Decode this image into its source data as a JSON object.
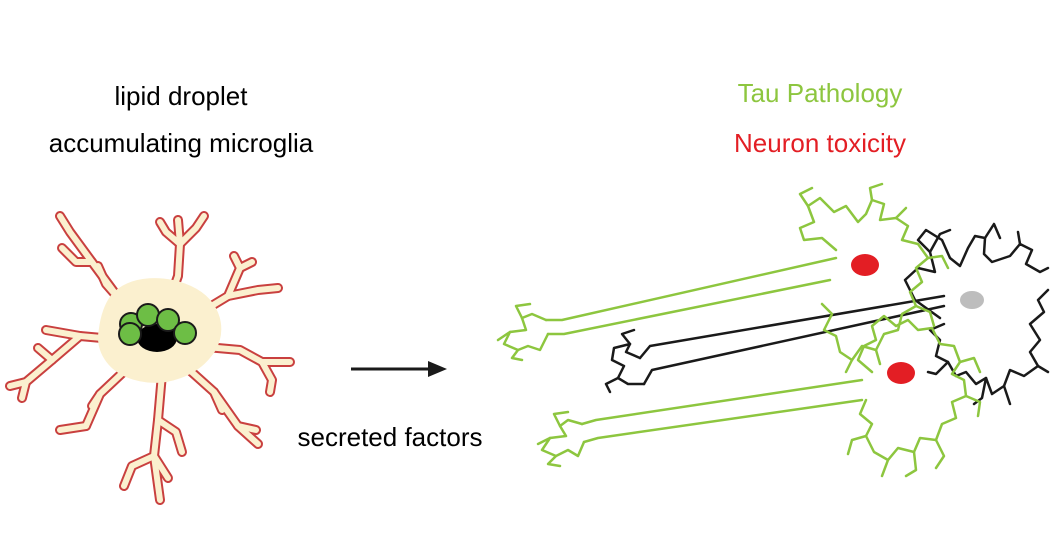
{
  "labels": {
    "microglia_line1": "lipid droplet",
    "microglia_line2": "accumulating microglia",
    "arrow_label": "secreted factors",
    "tau_pathology": "Tau Pathology",
    "neuron_toxicity": "Neuron toxicity"
  },
  "colors": {
    "microglia_fill": "#FBF0CF",
    "microglia_outline": "#C9403F",
    "lipid_droplet_fill": "#6DBE45",
    "lipid_core": "#000000",
    "tau_neuron": "#8DC63F",
    "toxicity_nucleus": "#E31E24",
    "healthy_neuron": "#1A1A1A",
    "healthy_nucleus": "#BDBDBD",
    "arrow": "#1A1A1A",
    "tau_text": "#8DC63F",
    "toxicity_text": "#E31E24"
  }
}
